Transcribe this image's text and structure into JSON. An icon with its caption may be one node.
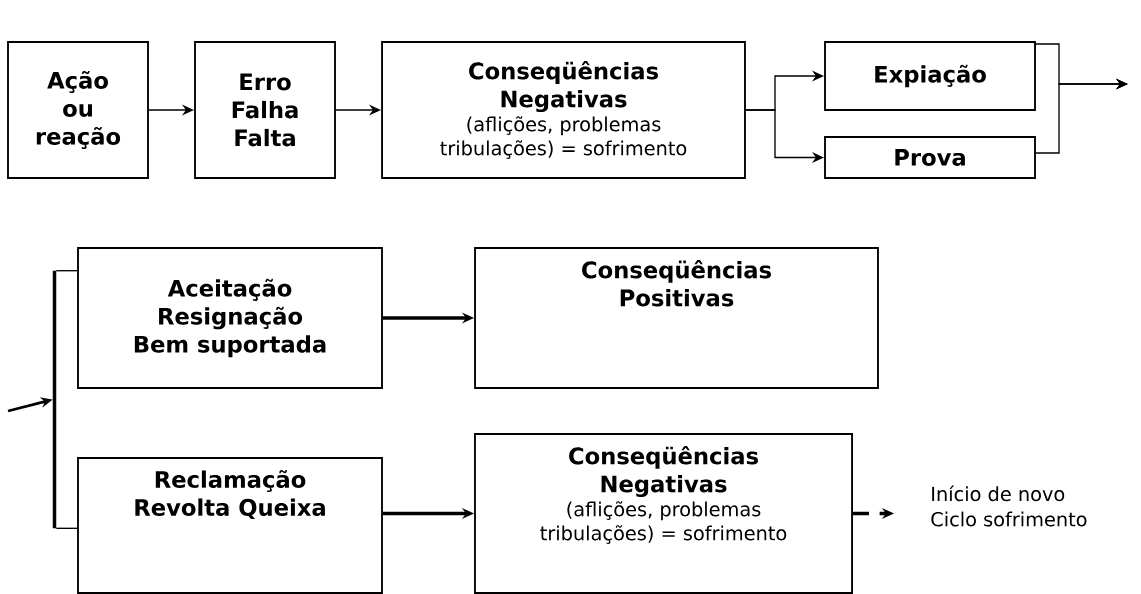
{
  "diagram": {
    "nodes": [
      {
        "text": [
          "Ação ou reação"
        ]
      },
      {
        "text": [
          "Erro Falha Falta"
        ]
      },
      {
        "text": [
          "Conseqüências Negativas",
          "(aflições, problemas tribulações) = sofrimento"
        ]
      },
      {
        "text": [
          "Expiação"
        ]
      },
      {
        "text": [
          "Prova"
        ]
      },
      {
        "text": [
          "Aceitação Resignação Bem suportada"
        ]
      },
      {
        "text": [
          "Conseqüências Positivas"
        ]
      },
      {
        "text": [
          "Reclamação Revolta Queixa"
        ]
      },
      {
        "text": [
          "Conseqüências Negativas",
          "(aflições, problemas tribulações) = sofrimento"
        ]
      },
      {
        "text": [
          "Início de novo Ciclo sofrimento"
        ]
      },
      {
        "text": [],
        "shape": "bar"
      }
    ],
    "edges": [
      {
        "from": 0,
        "to": 1,
        "arrow": "to"
      },
      {
        "from": 1,
        "to": 2,
        "arrow": "to"
      },
      {
        "from": 2,
        "to": 3,
        "arrow": "to"
      },
      {
        "from": 2,
        "to": 4,
        "arrow": "to"
      },
      {
        "from": 3,
        "to": null,
        "arrow": "to"
      },
      {
        "from": 4,
        "to": null,
        "arrow": "to"
      },
      {
        "from": null,
        "to": 10,
        "arrow": "to"
      },
      {
        "from": 10,
        "to": 5,
        "arrow": "none"
      },
      {
        "from": 10,
        "to": 7,
        "arrow": "none"
      },
      {
        "from": 5,
        "to": 6,
        "arrow": "to",
        "style": "thick"
      },
      {
        "from": 7,
        "to": 8,
        "arrow": "to",
        "style": "thick"
      },
      {
        "from": 8,
        "to": 9,
        "arrow": "to",
        "style": "dashed"
      }
    ]
  }
}
